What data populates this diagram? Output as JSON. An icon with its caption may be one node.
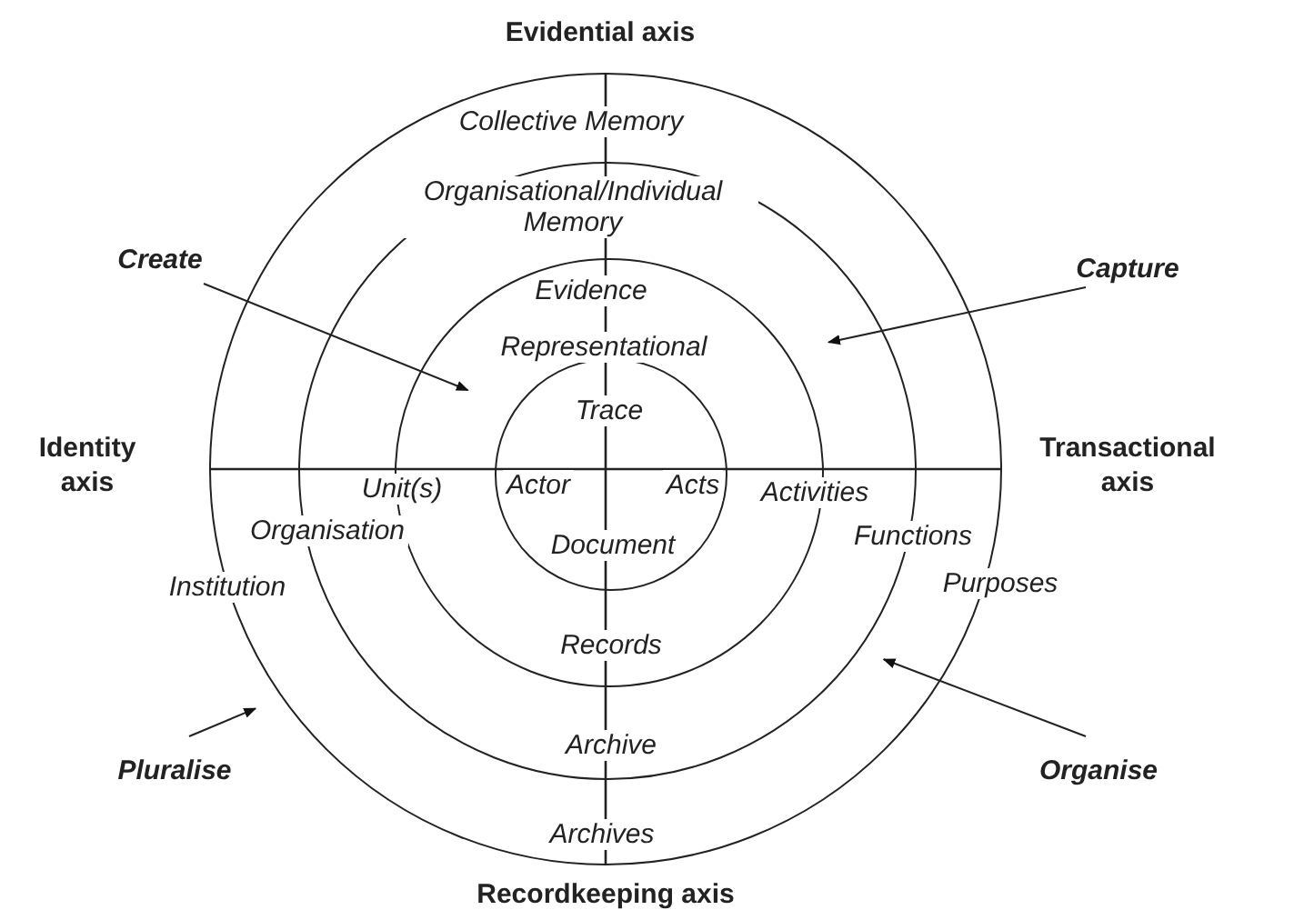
{
  "diagram": {
    "nodes": [
      {
        "text": [
          "Collective Memory",
          "Institution",
          "Purposes",
          "Archives"
        ]
      },
      {
        "text": [
          "Organisational/Individual Memory",
          "Organisation",
          "Functions",
          "Archive"
        ],
        "in": 0
      },
      {
        "text": [
          "Evidence",
          "Representational",
          "Unit(s)",
          "Activities",
          "Records"
        ],
        "in": 1
      },
      {
        "text": [
          "Trace",
          "Actor",
          "Acts",
          "Document"
        ],
        "in": 2
      },
      {
        "text": [
          "Create"
        ]
      },
      {
        "text": [
          "Capture"
        ]
      },
      {
        "text": [
          "Pluralise"
        ]
      },
      {
        "text": [
          "Organise"
        ]
      }
    ],
    "edges": [
      {
        "from": 4,
        "to": 2,
        "arrow": "to"
      },
      {
        "from": 5,
        "to": 1,
        "arrow": "to"
      },
      {
        "from": 6,
        "to": 0,
        "arrow": "to"
      },
      {
        "from": 7,
        "to": 0,
        "arrow": "to"
      }
    ],
    "labels": [
      "Evidential axis",
      "Identity axis",
      "Transactional axis",
      "Recordkeeping axis"
    ]
  }
}
